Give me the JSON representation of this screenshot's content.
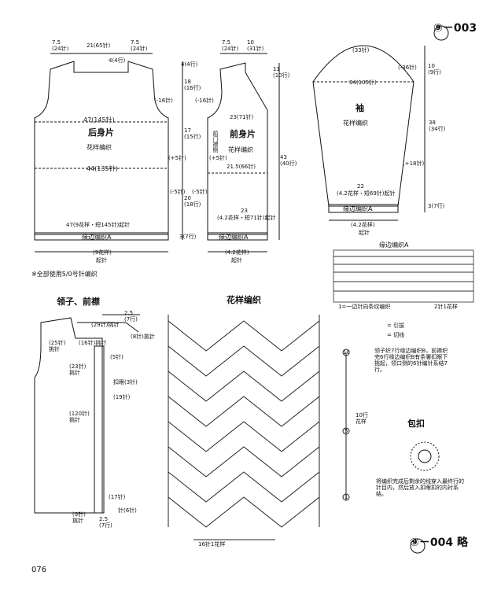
{
  "header": {
    "code_top": "⑨－003",
    "code_bottom": "⑨－004 略",
    "page_number": "076",
    "needle_note": "※全部使用5/0号针编织"
  },
  "back_piece": {
    "title": "后身片",
    "subtitle": "花样编织",
    "shoulder_left": "7.5\n(24针)",
    "neck_width": "21(65针)",
    "shoulder_right": "7.5\n(24针)",
    "neck_depth": "4(4行)",
    "neck_side": "4(4行)",
    "armhole_rows": "18\n(16行)",
    "side_rows": "17\n(15行)",
    "lower_rows": "20\n(18行)",
    "hem_rows": "3(7行)",
    "chest": "47(145针)",
    "waist": "44(135针)",
    "armhole_dec": "(-16针)",
    "side_inc": "(+5针)",
    "side_dec": "(-5针)",
    "cast_on": "47(9花样・短145针)起针",
    "border": "缘边编织A",
    "bottom_pattern": "(9花样)",
    "bottom_start": "起针"
  },
  "front_piece": {
    "title": "前身片",
    "subtitle": "花样编织",
    "shoulder_left": "7.5\n(24针)",
    "shoulder_right": "10\n(31针)",
    "neck_rows": "11\n(10行)",
    "armhole_dec": "(-16针)",
    "mid_width": "23(71针)",
    "front_edge": "前门襟侧",
    "side_inc": "(+5针)",
    "waist": "21.5(66针)",
    "side_dec": "(-5针)",
    "height": "43\n(40行)",
    "base_width": "23",
    "cast_on": "(4.2花样・短71针)起针",
    "border": "缘边编织A",
    "bottom_pattern": "(4.2花样)",
    "bottom_start": "起针"
  },
  "sleeve": {
    "title": "袖",
    "subtitle": "花样编织",
    "top_width": "(33针)",
    "cap_rows": "10\n(9行)",
    "cap_dec": "(-36针)",
    "upper_width": "34(105针)",
    "length_rows": "38\n(34行)",
    "sleeve_inc": "(+18针)",
    "cuff_width": "22",
    "cast_on": "(4.2花样・短69针)起针",
    "border": "缘边编织A",
    "cuff_rows": "3(7行)",
    "bottom_pattern": "(4.2花样)",
    "bottom_start": "起针"
  },
  "border_chart": {
    "title": "缘边编织A",
    "repeat_note": "1=一边针向条纹编织",
    "stitch_repeat": "2针1花样",
    "legend_slip": "= 引拔",
    "legend_cut": "= 切线"
  },
  "neckband": {
    "title": "领子、前襟",
    "width": "(29针)挑针",
    "right_rows": "2.5\n(7行)",
    "left_pickup": "(25针)\n挑针",
    "pickup_16": "(16针)挑针",
    "side_8": "(8针)挑针",
    "rows_5": "(5针)",
    "pickup_23": "(23针)\n挑针",
    "buttonhole": "扣眼(3针)",
    "pickup_19": "(19针)",
    "pickup_120": "(120针)\n挑针",
    "pickup_17": "(17针)",
    "bottom_left": "(9针)\n挑针",
    "bottom_rows": "2.5\n(7行)",
    "bottom_right": "针(6针)"
  },
  "pattern_chart": {
    "title": "花样编织",
    "row_label": "10行\n花样",
    "stitch_label": "16针1花样",
    "row_markers": [
      "10",
      "5",
      "1"
    ]
  },
  "notes": {
    "text": "领子织7行缘边编织B，前襟织完6行缘边编织B有条署扣眼下挑起，领口侧的6针编针系结7行。"
  },
  "button": {
    "title": "包扣",
    "caption": "将编织完成后剩余的线穿入最终行的针目内，然后放入扣眼扣的内衬系结。"
  },
  "colors": {
    "ink": "#111111",
    "paper": "#ffffff"
  }
}
